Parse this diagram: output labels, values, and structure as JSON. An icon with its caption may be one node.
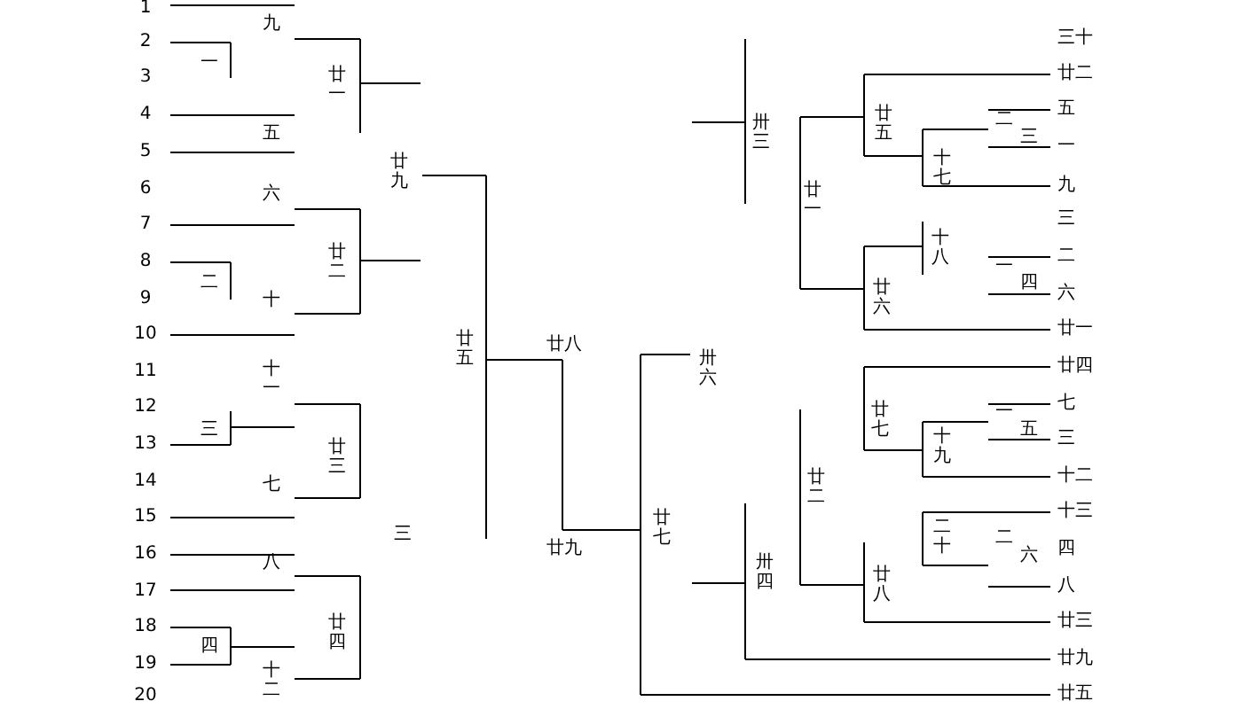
{
  "diagram": {
    "labels": [
      "1",
      "2",
      "3",
      "4",
      "5",
      "6",
      "7",
      "8",
      "9",
      "10",
      "11",
      "12",
      "13",
      "14",
      "15",
      "16",
      "17",
      "18",
      "19",
      "20",
      "九",
      "一",
      "廿一",
      "五",
      "廿九",
      "六",
      "二",
      "廿二",
      "十",
      "十一",
      "三",
      "廿三",
      "七",
      "廿五",
      "廿八",
      "三",
      "廿九",
      "八",
      "廿四",
      "四",
      "十二",
      "卅六",
      "廿七",
      "卅三",
      "廿一",
      "廿五",
      "十七",
      "二",
      "三",
      "十八",
      "一",
      "四",
      "廿六",
      "廿七",
      "一",
      "五",
      "十九",
      "廿二",
      "二十",
      "二",
      "六",
      "廿八",
      "卅四",
      "三十",
      "廿二",
      "五",
      "一",
      "九",
      "三",
      "二",
      "六",
      "廿一",
      "廿四",
      "七",
      "三",
      "十二",
      "十三",
      "四",
      "八",
      "廿三",
      "廿九",
      "廿五"
    ]
  }
}
